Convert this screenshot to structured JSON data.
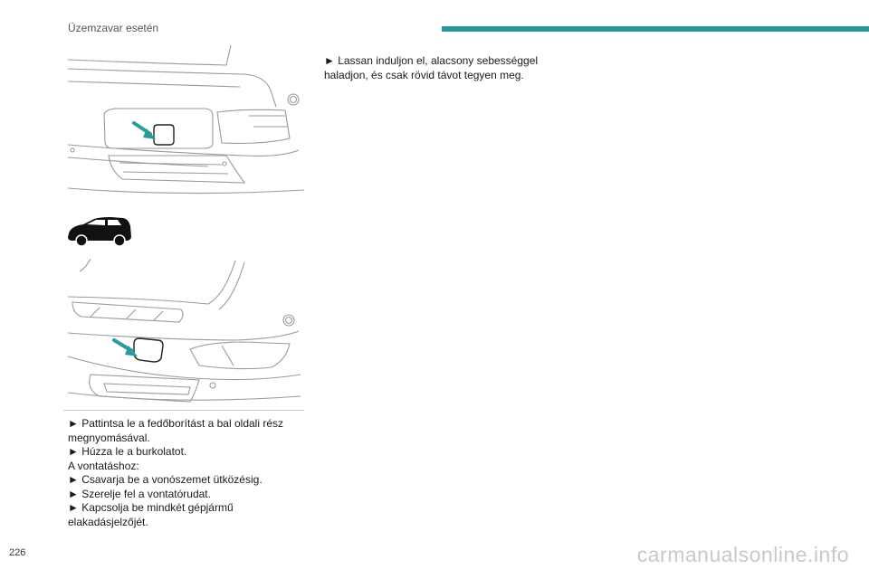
{
  "header": {
    "section_title": "Üzemzavar esetén",
    "accent_color": "#2b9a9a"
  },
  "left_column": {
    "instructions": [
      "► Pattintsa le a fedőborítást a bal oldali rész megnyomásával.",
      "► Húzza le a burkolatot.",
      "A vontatáshoz:",
      "► Csavarja be a vonószemet ütközésig.",
      "► Szerelje fel a vontatórudat.",
      "► Kapcsolja be mindkét gépjármű elakadásjelzőjét."
    ]
  },
  "right_column": {
    "instructions": [
      "► Lassan induljon el, alacsony sebességgel haladjon, és csak rövid távot tegyen meg."
    ]
  },
  "footer": {
    "page_number": "226",
    "watermark": "carmanualsonline.info"
  }
}
